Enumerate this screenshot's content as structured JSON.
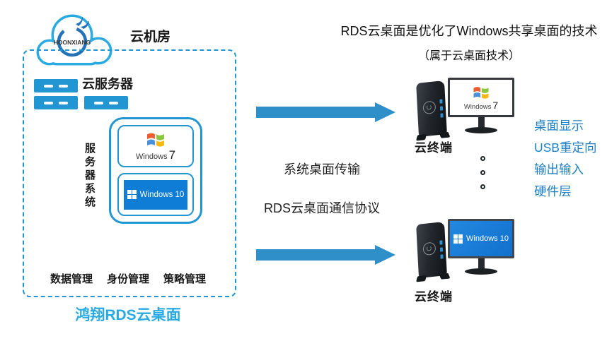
{
  "colors": {
    "primary": "#2196d3",
    "accent": "#29abe2",
    "arrow": "#2e8fc9",
    "ring": "#2472b8",
    "feature": "#1f7fc4",
    "win10-blue": "#0f7cd6",
    "ink": "#1a1a1a"
  },
  "cloud": {
    "brand": "HOONXIANG",
    "label": "云机房"
  },
  "server_room": {
    "server_label": "云服务器",
    "system_label": "服务器系统",
    "management": [
      "数据管理",
      "身份管理",
      "策略管理"
    ],
    "caption": "鸿翔RDS云桌面"
  },
  "os_logos": {
    "win7": {
      "brand": "Windows",
      "version": "7"
    },
    "win10": {
      "label": "Windows 10"
    }
  },
  "middle": {
    "transfer": "系统桌面传输",
    "protocol": "RDS云桌面通信协议"
  },
  "note": {
    "line1": "RDS云桌面是优化了Windows共享桌面的技术",
    "line2": "（属于云桌面技术）"
  },
  "terminals": [
    {
      "label": "云终端"
    },
    {
      "label": "云终端"
    }
  ],
  "features": [
    "桌面显示",
    "USB重定向",
    "输出输入",
    "硬件层"
  ]
}
